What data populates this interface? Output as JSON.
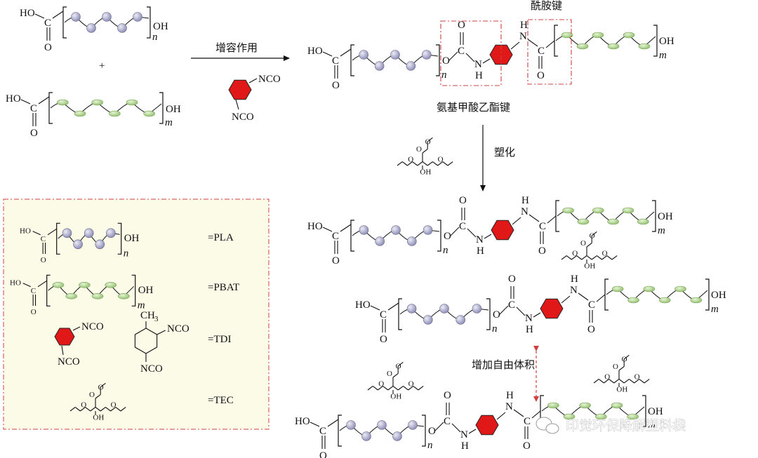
{
  "atoms": {
    "ho": "HO",
    "oh": "OH",
    "c": "C",
    "o": "O",
    "n": "N",
    "h": "H",
    "ch3": "CH",
    "sub3": "3",
    "oh_small": "OH"
  },
  "subscripts": {
    "n": "n",
    "m": "m"
  },
  "plus": "+",
  "labels": {
    "compat": "增容作用",
    "amide": "酰胺键",
    "urethane": "氨基甲酸乙酯键",
    "plasticize": "塑化",
    "free_volume": "增加自由体积"
  },
  "legend": {
    "pla": "=PLA",
    "pbat": "=PBAT",
    "tdi": "=TDI",
    "tec": "=TEC"
  },
  "nco": "NCO",
  "watermark": "印觉环保降解塑料袋",
  "colors": {
    "pla_bead": "#a8a8c8",
    "pbat_bead": "#b9d79a",
    "tdi_ring": "#e01818",
    "legend_bg": "#fbfbe8",
    "dash": "#d04040"
  }
}
